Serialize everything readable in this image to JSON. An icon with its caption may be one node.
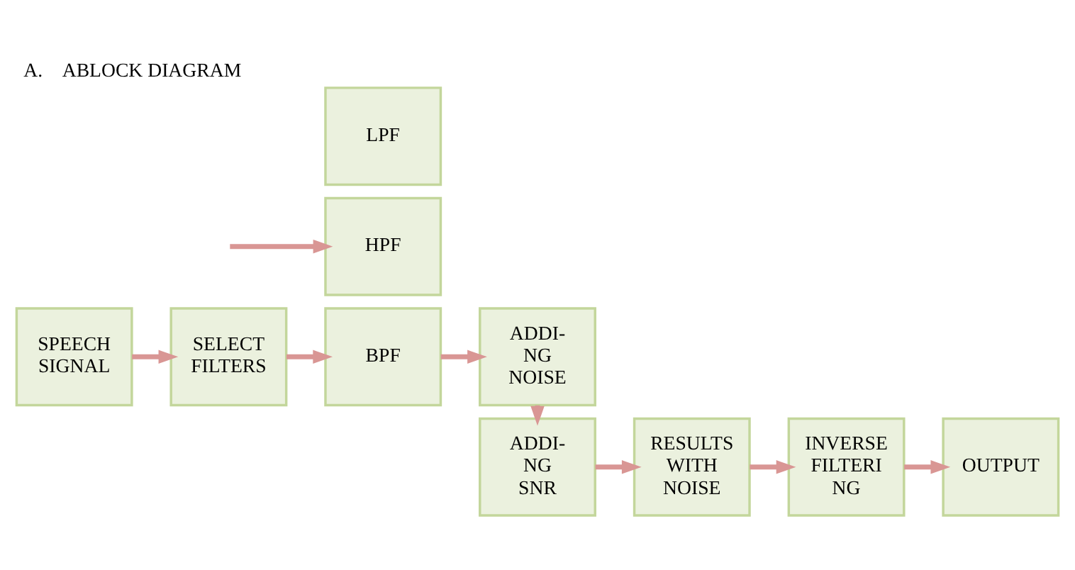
{
  "diagram": {
    "title": "A.    ABLOCK DIAGRAM",
    "nodes": [
      {
        "text": [
          "SPEECH SIGNAL"
        ]
      },
      {
        "text": [
          "SELECT FILTERS"
        ]
      },
      {
        "text": [
          "HPF"
        ]
      },
      {
        "text": [
          "BPF"
        ]
      },
      {
        "text": [
          "LPF"
        ]
      },
      {
        "text": [
          "ADDI- NG NOISE"
        ]
      },
      {
        "text": [
          "ADDI- NG SNR"
        ]
      },
      {
        "text": [
          "RESULTS WITH NOISE"
        ]
      },
      {
        "text": [
          "INVERSE FILTERI NG"
        ]
      },
      {
        "text": [
          "OUTPUT"
        ]
      }
    ],
    "edges": [
      {
        "from": 0,
        "to": 1,
        "arrow": "to"
      },
      {
        "from": 1,
        "to": 3,
        "arrow": "to"
      },
      {
        "from": null,
        "to": 2,
        "arrow": "to"
      },
      {
        "from": 3,
        "to": 5,
        "arrow": "to"
      },
      {
        "from": 5,
        "to": 6,
        "arrow": "to"
      },
      {
        "from": 6,
        "to": 7,
        "arrow": "to"
      },
      {
        "from": 7,
        "to": 8,
        "arrow": "to"
      },
      {
        "from": 8,
        "to": 9,
        "arrow": "to"
      }
    ]
  }
}
